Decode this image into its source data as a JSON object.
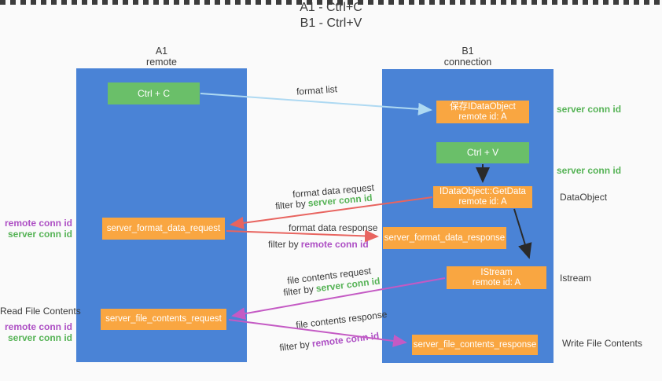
{
  "title": {
    "line1": "A1 - Ctrl+C",
    "line2": "B1 - Ctrl+V"
  },
  "panels": {
    "left": {
      "name": "A1",
      "subtitle": "remote"
    },
    "right": {
      "name": "B1",
      "subtitle": "connection"
    }
  },
  "boxes": {
    "ctrl_c": "Ctrl + C",
    "ctrl_v": "Ctrl + V",
    "save_dataobject_line1": "保存IDataObject",
    "save_dataobject_line2": "remote id: A",
    "getdata_line1": "IDataObject::GetData",
    "getdata_line2": "remote id: A",
    "istream_line1": "IStream",
    "istream_line2": "remote id: A",
    "format_request": "server_format_data_request",
    "format_response": "server_format_data_response",
    "file_request": "server_file_contents_request",
    "file_response": "server_file_contents_response"
  },
  "flow_labels": {
    "format_list": "format list",
    "format_data_request": "format data request",
    "format_data_response": "format data response",
    "file_contents_request": "file contents request",
    "file_contents_response": "file contents response",
    "filter_by": "filter by",
    "server_conn_id": "server conn id",
    "remote_conn_id": "remote conn id"
  },
  "annotations": {
    "server_conn_id": "server conn id",
    "remote_conn_id": "remote conn id",
    "dataobject": "DataObject",
    "istream": "Istream",
    "read_file_contents": "Read File Contents",
    "write_file_contents": "Write File Contents"
  },
  "colors": {
    "panel_blue": "#4a83d6",
    "box_green": "#6abf69",
    "box_orange": "#f9a641",
    "arrow_light_blue": "#aed9f2",
    "arrow_red": "#e8645f",
    "arrow_magenta": "#c45ac4",
    "arrow_black": "#2a2a2a",
    "text_green": "#56b356",
    "text_purple": "#ad4fc4",
    "background": "#fafafa"
  }
}
